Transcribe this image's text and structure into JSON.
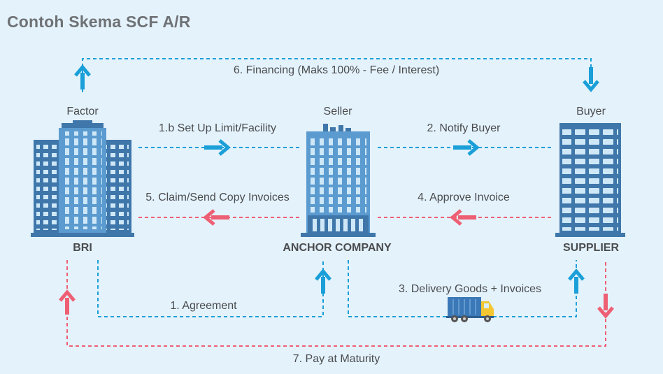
{
  "title": "Contoh Skema SCF A/R",
  "entities": {
    "factor": {
      "role": "Factor",
      "name": "BRI"
    },
    "seller": {
      "role": "Seller",
      "name": "ANCHOR COMPANY"
    },
    "buyer": {
      "role": "Buyer",
      "name": "SUPPLIER"
    }
  },
  "flows": {
    "financing": "6. Financing (Maks 100% - Fee / Interest)",
    "setup_limit": "1.b Set Up Limit/Facility",
    "notify_buyer": "2. Notify Buyer",
    "claim_invoices": "5. Claim/Send Copy Invoices",
    "approve_invoice": "4. Approve Invoice",
    "delivery": "3. Delivery Goods + Invoices",
    "agreement": "1. Agreement",
    "pay_maturity": "7. Pay at Maturity"
  },
  "colors": {
    "blue": "#1a9fd8",
    "red": "#ee5f74",
    "building_dark": "#3f77ab",
    "building_light": "#5b9bd0",
    "window": "#bfe2f7"
  }
}
